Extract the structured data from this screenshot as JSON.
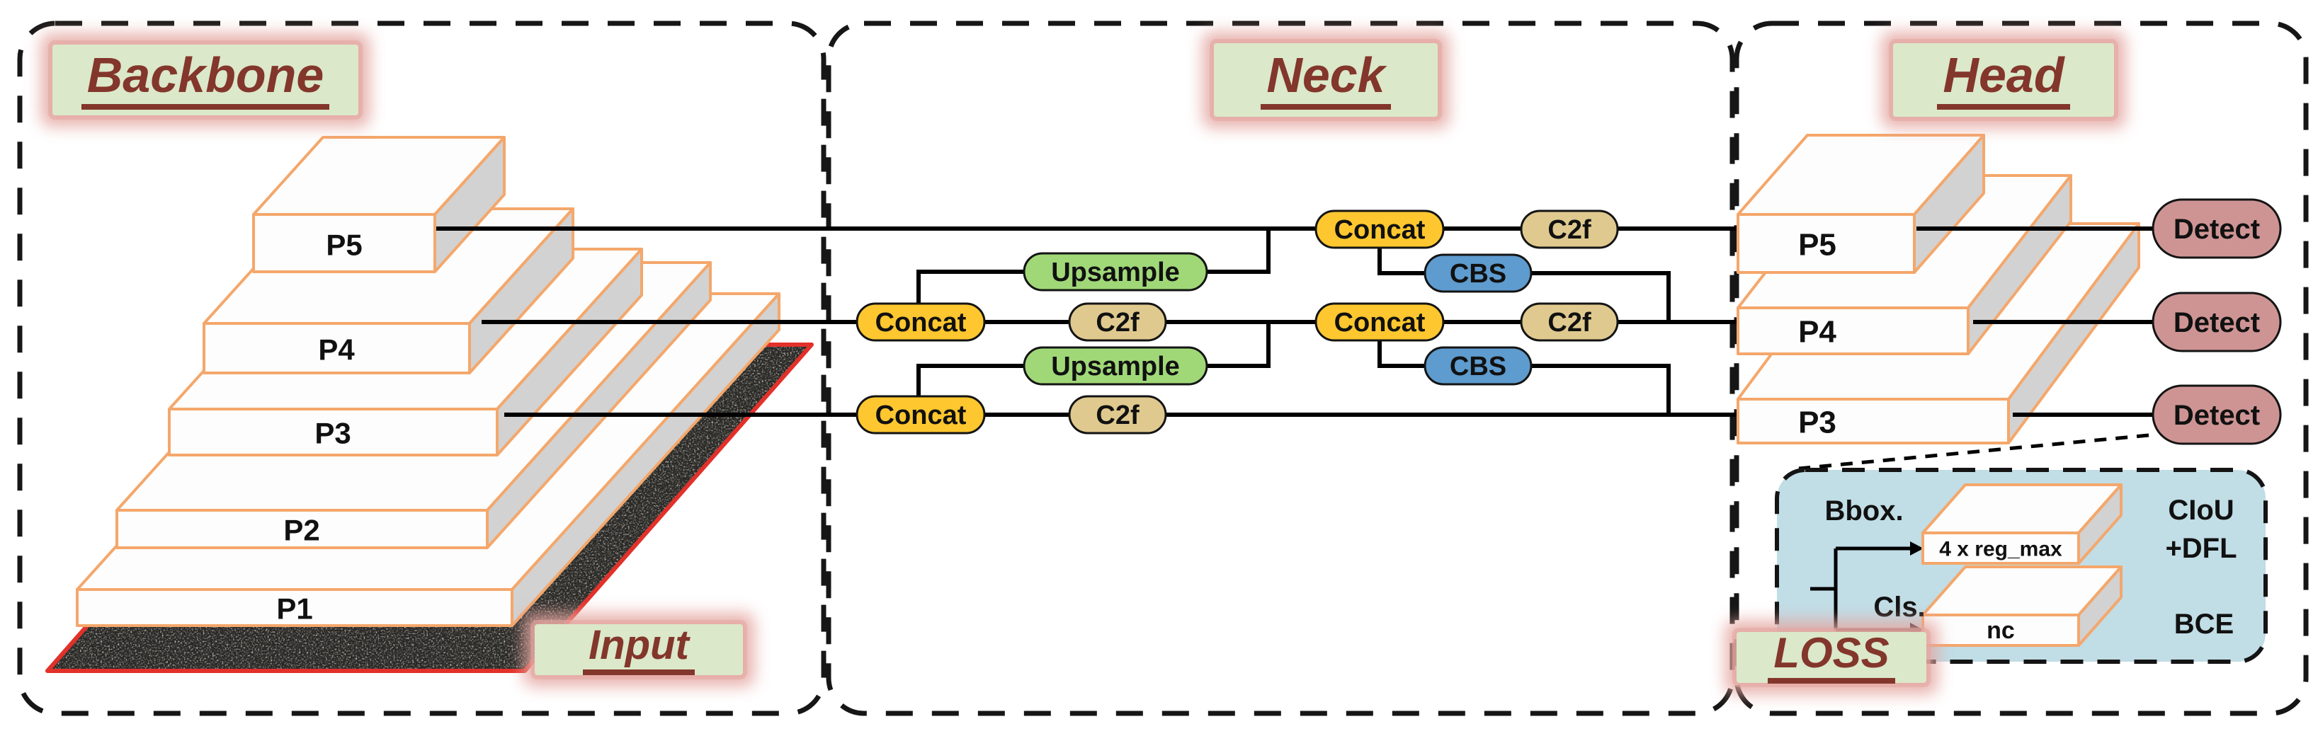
{
  "titles": {
    "backbone": "Backbone",
    "neck": "Neck",
    "head": "Head",
    "input": "Input",
    "loss": "LOSS"
  },
  "backbone": {
    "levels": [
      "P5",
      "P4",
      "P3",
      "P2",
      "P1"
    ]
  },
  "neck": {
    "labels": {
      "concat": "Concat",
      "c2f": "C2f",
      "upsample": "Upsample",
      "cbs": "CBS"
    }
  },
  "head": {
    "levels": [
      "P5",
      "P4",
      "P3"
    ],
    "detect": "Detect"
  },
  "loss": {
    "bbox_label": "Bbox.",
    "cls_label": "Cls.",
    "reg_tensor": "4 x reg_max",
    "cls_tensor": "nc",
    "bbox_loss_line1": "CIoU",
    "bbox_loss_line2": "+DFL",
    "cls_loss": "BCE"
  },
  "colors": {
    "concat": "#FEC72F",
    "c2f": "#DFC98E",
    "upsample": "#A0D878",
    "cbs": "#5E9BCE",
    "detect": "#CE9494",
    "title_bg": "#DBE8CA",
    "title_text": "#83362B",
    "title_glow": "#E4A6A0",
    "loss_panel_bg": "#C1DDE6",
    "slab_border": "#F4A76B",
    "slab_side": "#D2D2D2",
    "input_frame": "#E2312A",
    "line": "#000000"
  }
}
